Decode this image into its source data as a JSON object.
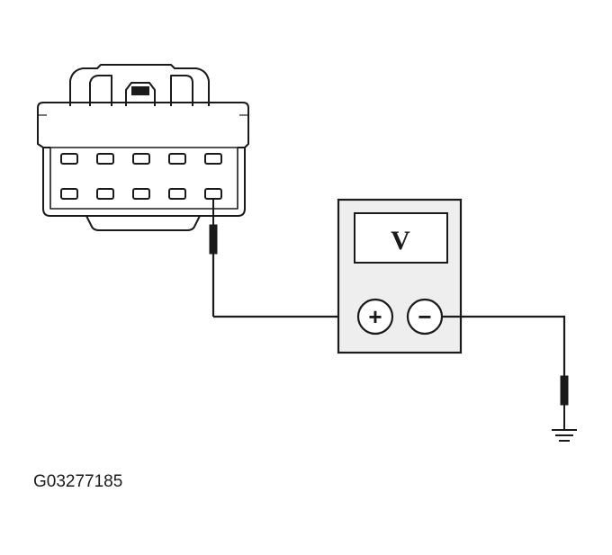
{
  "meter": {
    "display_symbol": "V",
    "positive_symbol": "+",
    "negative_symbol": "−"
  },
  "figure": {
    "reference_code": "G03277185"
  },
  "connector": {
    "rows": 2,
    "pins_per_row": 5
  },
  "colors": {
    "line": "#1a1a1a",
    "meter_face": "#eeeeee",
    "background": "#ffffff"
  }
}
